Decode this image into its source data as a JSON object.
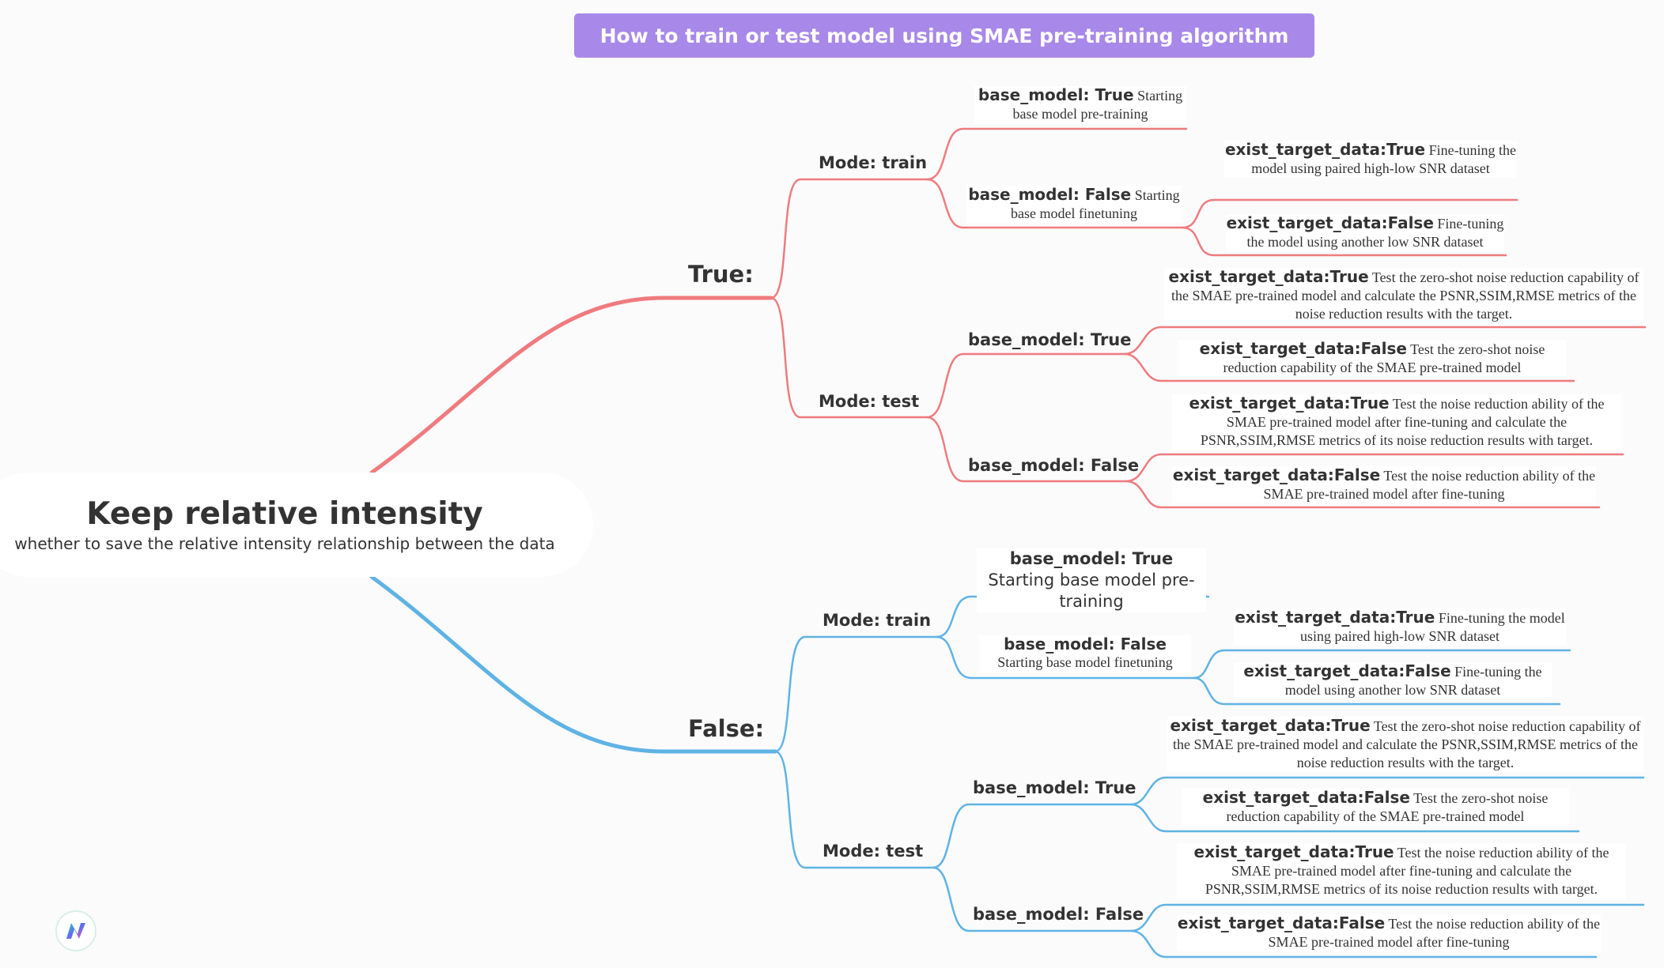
{
  "title": "How to train or test model using SMAE pre-training algorithm",
  "root": {
    "title": "Keep relative intensity",
    "subtitle": "whether to save the relative intensity relationship between the data"
  },
  "branches": [
    {
      "label": "True:",
      "color": "#ef7b7e",
      "train": {
        "label": "Mode: train",
        "bm_true": {
          "key": "base_model: True",
          "text": " Starting base model pre-training"
        },
        "bm_false": {
          "key": "base_model: False",
          "text": " Starting base model finetuning"
        },
        "etd_true": {
          "key": "exist_target_data:True",
          "text": " Fine-tuning the model using paired high-low SNR dataset"
        },
        "etd_false": {
          "key": "exist_target_data:False",
          "text": " Fine-tuning the model using another low SNR dataset"
        }
      },
      "test": {
        "label": "Mode: test",
        "bm_true": "base_model: True",
        "bm_false": "base_model: False",
        "t_true": {
          "key": "exist_target_data:True",
          "text": " Test the zero-shot noise reduction capability of the SMAE pre-trained model and calculate the PSNR,SSIM,RMSE metrics of the noise reduction results with the target."
        },
        "t_false": {
          "key": "exist_target_data:False",
          "text": " Test the zero-shot noise reduction capability of the SMAE pre-trained model"
        },
        "f_true": {
          "key": "exist_target_data:True",
          "text": " Test the noise reduction ability of the SMAE pre-trained model after fine-tuning and calculate the PSNR,SSIM,RMSE metrics of its noise reduction results with target."
        },
        "f_false": {
          "key": "exist_target_data:False",
          "text": " Test the noise reduction ability of the SMAE pre-trained model after fine-tuning"
        }
      }
    },
    {
      "label": "False:",
      "color": "#5fb3e4",
      "train": {
        "label": "Mode: train",
        "bm_true": {
          "key": "base_model: True",
          "text": " Starting base model pre-training"
        },
        "bm_false": {
          "key": "base_model: False",
          "text": "Starting base model finetuning"
        },
        "etd_true": {
          "key": "exist_target_data:True",
          "text": " Fine-tuning the model using paired high-low SNR dataset"
        },
        "etd_false": {
          "key": "exist_target_data:False",
          "text": " Fine-tuning the model using another low SNR dataset"
        }
      },
      "test": {
        "label": "Mode: test",
        "bm_true": "base_model: True",
        "bm_false": "base_model: False",
        "t_true": {
          "key": "exist_target_data:True",
          "text": " Test the zero-shot noise reduction capability of the SMAE pre-trained model and calculate the PSNR,SSIM,RMSE metrics of the noise reduction results with the target."
        },
        "t_false": {
          "key": "exist_target_data:False",
          "text": " Test the zero-shot noise reduction capability of the SMAE pre-trained model"
        },
        "f_true": {
          "key": "exist_target_data:True",
          "text": " Test the noise reduction ability of the SMAE pre-trained model after fine-tuning and calculate the PSNR,SSIM,RMSE metrics of its noise reduction results with target."
        },
        "f_false": {
          "key": "exist_target_data:False",
          "text": " Test the noise reduction ability of the SMAE pre-trained model after fine-tuning"
        }
      }
    }
  ],
  "logo_icon": "app-logo-icon"
}
